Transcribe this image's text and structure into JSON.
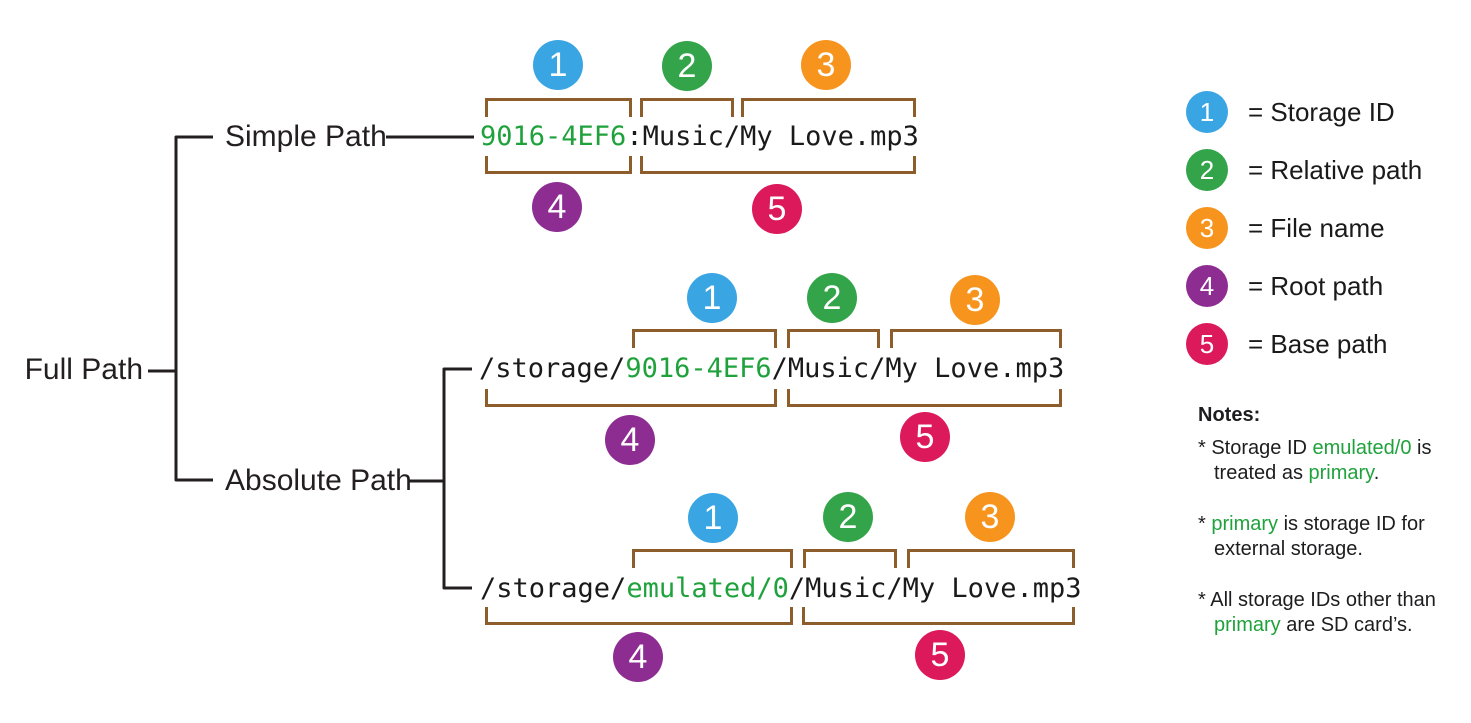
{
  "labels": {
    "full_path": "Full Path",
    "simple_path": "Simple Path",
    "absolute_path": "Absolute Path"
  },
  "markers": {
    "m1": "1",
    "m2": "2",
    "m3": "3",
    "m4": "4",
    "m5": "5"
  },
  "paths": {
    "simple": {
      "storage_id": "9016-4EF6",
      "rest": ":Music/My Love.mp3"
    },
    "absolute_sd": {
      "prefix": "/storage/",
      "storage_id": "9016-4EF6",
      "rest": "/Music/My Love.mp3"
    },
    "absolute_emulated": {
      "prefix": "/storage/",
      "storage_id": "emulated/0",
      "rest": "/Music/My Love.mp3"
    }
  },
  "legend": {
    "items": [
      {
        "num": "1",
        "label": "= Storage ID"
      },
      {
        "num": "2",
        "label": "= Relative path"
      },
      {
        "num": "3",
        "label": "= File name"
      },
      {
        "num": "4",
        "label": "= Root path"
      },
      {
        "num": "5",
        "label": "= Base path"
      }
    ]
  },
  "notes": {
    "title": "Notes:",
    "note1_l1_a": "* Storage ID ",
    "note1_l1_green": "emulated/0",
    "note1_l1_b": " is",
    "note1_l2_a": "treated as ",
    "note1_l2_green": "primary",
    "note1_l2_b": ".",
    "note2_l1_a": "* ",
    "note2_l1_green": "primary",
    "note2_l1_b": " is storage ID for",
    "note2_l2": "external storage.",
    "note3_l1": "* All storage IDs other than",
    "note3_l2_green": "primary",
    "note3_l2_b": " are SD card’s."
  },
  "colors": {
    "storage_id_blue": "#3AA5E3",
    "relative_path_green": "#33A44A",
    "file_name_orange": "#F7941E",
    "root_path_purple": "#8D2D92",
    "base_path_pink": "#DC195B",
    "bracket_brown": "#8E5D2C",
    "highlight_text_green": "#1FA23C",
    "line_black": "#231F20"
  }
}
